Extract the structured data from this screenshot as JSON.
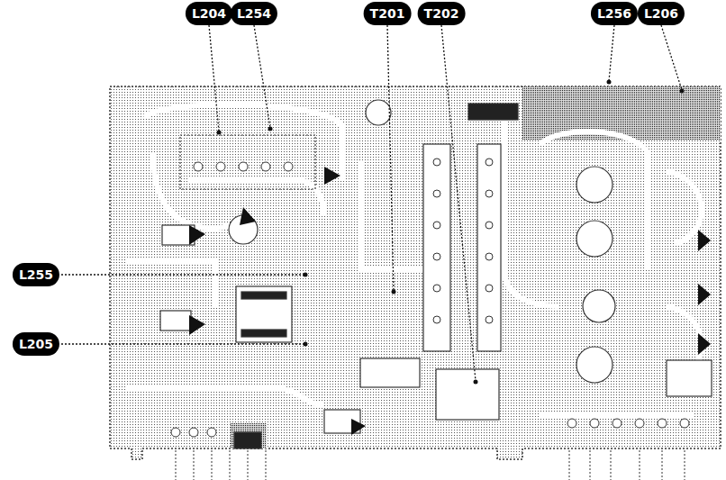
{
  "diagram": {
    "labels": [
      "L204",
      "L254",
      "T201",
      "T202",
      "L256",
      "L206",
      "L255",
      "L205"
    ]
  }
}
